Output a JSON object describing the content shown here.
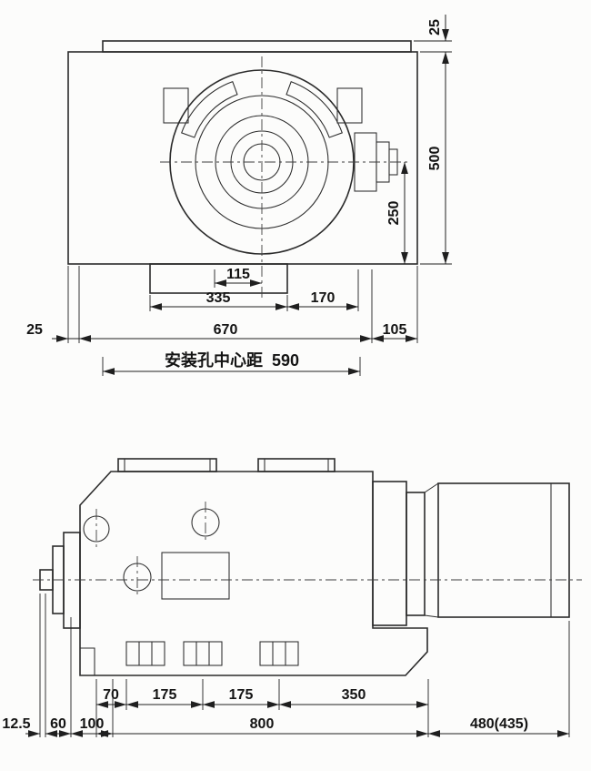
{
  "style": {
    "line_color": "#2b2b2b",
    "dim_color": "#1f1f1f",
    "background": "#fcfcfb"
  },
  "top_view": {
    "dims": {
      "flange_height": "25",
      "overall_height": "500",
      "center_height": "250",
      "slot_offset": "115",
      "base_width": "335",
      "tab_offset": "170",
      "body_left_margin": "25",
      "body_length": "670",
      "right_margin": "105",
      "mounting_label": "安装孔中心距",
      "mounting_value": "590"
    }
  },
  "side_view": {
    "dims": {
      "foot_offset": "70",
      "foot_pitch_1": "175",
      "foot_pitch_2": "175",
      "foot_pitch_3": "350",
      "shaft_tip": "12.5",
      "shaft_length": "60",
      "housing_offset": "100",
      "overall_length": "800",
      "motor_length": "480(435)"
    }
  }
}
